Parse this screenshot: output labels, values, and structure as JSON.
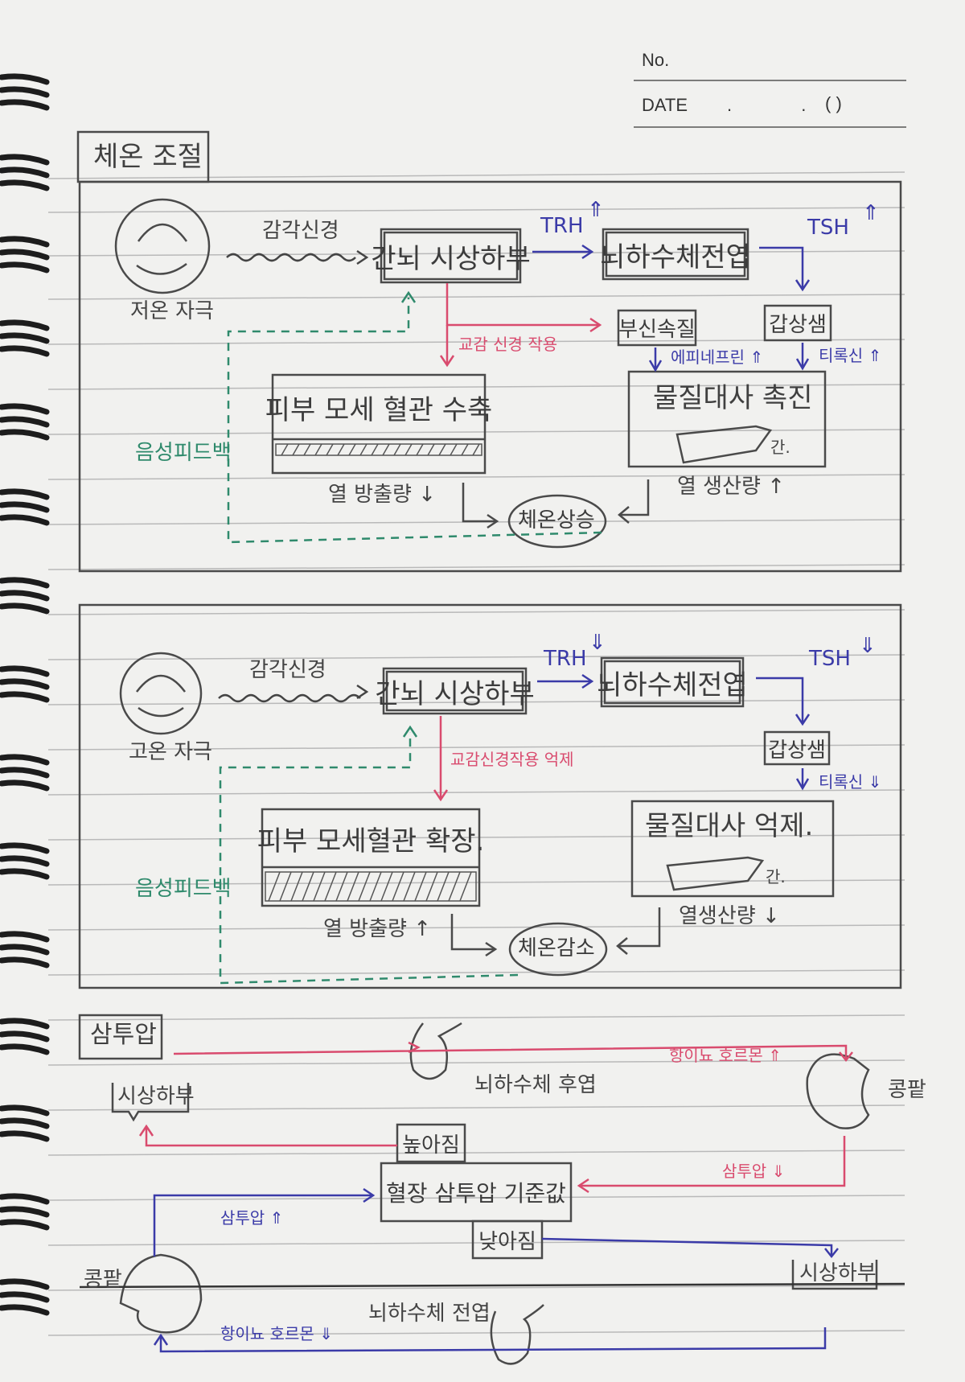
{
  "header": {
    "no_label": "No.",
    "date_label": "DATE",
    "date_dots": ". .",
    "date_paren": "(        )"
  },
  "section1": {
    "title": "체온 조절",
    "stimulus": "저온 자극",
    "sensory_nerve": "감각신경",
    "hypothalamus": "간뇌 시상하부",
    "trh": "TRH",
    "trh_arrow": "⇑",
    "pituitary": "뇌하수체전엽",
    "tsh": "TSH",
    "tsh_arrow": "⇑",
    "adrenal": "부신속질",
    "thyroid": "갑상샘",
    "sympathetic": "교감 신경 작용",
    "epinephrine": "에피네프린 ⇑",
    "thyroxine": "티록신 ⇑",
    "skin": "피부 모세 혈관 수축",
    "metabolism": "물질대사 촉진",
    "liver": "간.",
    "negative_feedback": "음성피드백",
    "heat_loss": "열 방출량 ↓",
    "heat_gen": "열 생산량 ↑",
    "result": "체온상승"
  },
  "section2": {
    "stimulus": "고온 자극",
    "sensory_nerve": "감각신경",
    "hypothalamus": "간뇌 시상하부",
    "trh": "TRH",
    "trh_arrow": "⇓",
    "pituitary": "뇌하수체전엽",
    "tsh": "TSH",
    "tsh_arrow": "⇓",
    "thyroid": "갑상샘",
    "sympathetic": "교감신경작용 억제",
    "thyroxine": "티록신 ⇓",
    "skin": "피부 모세혈관 확장.",
    "metabolism": "물질대사 억제.",
    "liver": "간.",
    "negative_feedback": "음성피드백",
    "heat_loss": "열 방출량 ↑",
    "heat_gen": "열생산량 ↓",
    "result": "체온감소"
  },
  "section3": {
    "title": "삼투압",
    "hypothalamus_left": "시상하부",
    "posterior_pituitary": "뇌하수체 후엽",
    "adh_up": "항이뇨 호르몬 ⇑",
    "kidney_right": "콩팥",
    "higher": "높아짐",
    "standard": "혈장 삼투압 기준값",
    "lower": "낮아짐",
    "osm_down": "삼투압 ⇓",
    "osm_up": "삼투압 ⇑",
    "kidney_left": "콩팥",
    "hypothalamus_right": "시상하부",
    "anterior_pituitary": "뇌하수체 전엽",
    "adh_down": "항이뇨 호르몬 ⇓"
  },
  "colors": {
    "blue": "#3b3ba8",
    "red": "#d94b6e",
    "green": "#2f8a6c",
    "pencil": "#4a4a4a"
  }
}
